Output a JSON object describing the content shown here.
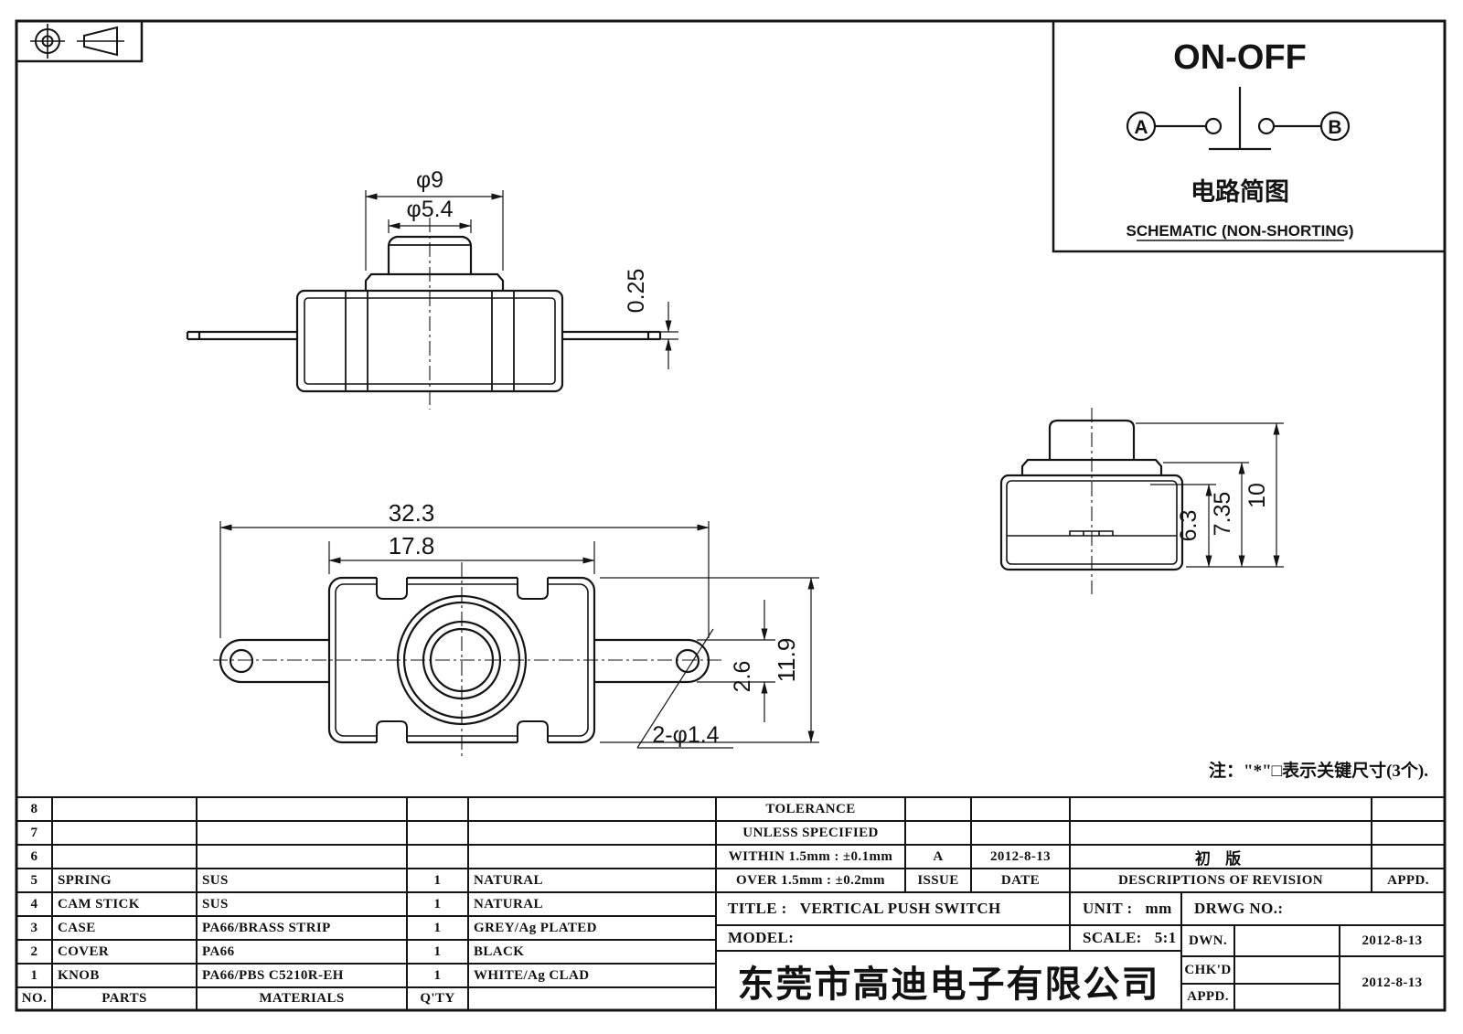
{
  "icons": {
    "projection_target": "circle-crosshair",
    "projection_cone": "truncated-cone-side-view"
  },
  "schematic": {
    "title": "ON-OFF",
    "terminal_a": "A",
    "terminal_b": "B",
    "caption_cn": "电路简图",
    "caption_en": "SCHEMATIC (NON-SHORTING)"
  },
  "note": "注：\"*\"□表示关键尺寸(3个).",
  "dims": {
    "knob_flange_dia": "φ9",
    "knob_dia": "φ5.4",
    "terminal_thickness": "0.25",
    "overall_width": "32.3",
    "body_width": "17.8",
    "terminal_width": "2.6",
    "body_depth": "11.9",
    "holes": "2-φ1.4",
    "body_height": "6.3",
    "flange_height": "7.35",
    "total_height": "10"
  },
  "parts_table": {
    "headers": {
      "no": "NO.",
      "parts": "PARTS",
      "materials": "MATERIALS",
      "qty": "Q'TY"
    },
    "rows": [
      {
        "no": "8",
        "part": "",
        "material": "",
        "qty": "",
        "finish": ""
      },
      {
        "no": "7",
        "part": "",
        "material": "",
        "qty": "",
        "finish": ""
      },
      {
        "no": "6",
        "part": "",
        "material": "",
        "qty": "",
        "finish": ""
      },
      {
        "no": "5",
        "part": "SPRING",
        "material": "SUS",
        "qty": "1",
        "finish": "NATURAL"
      },
      {
        "no": "4",
        "part": "CAM STICK",
        "material": "SUS",
        "qty": "1",
        "finish": "NATURAL"
      },
      {
        "no": "3",
        "part": "CASE",
        "material": "PA66/BRASS STRIP",
        "qty": "1",
        "finish": "GREY/Ag PLATED"
      },
      {
        "no": "2",
        "part": "COVER",
        "material": "PA66",
        "qty": "1",
        "finish": "BLACK"
      },
      {
        "no": "1",
        "part": "KNOB",
        "material": "PA66/PBS C5210R-EH",
        "qty": "1",
        "finish": "WHITE/Ag CLAD"
      }
    ]
  },
  "tolerance": {
    "title": "TOLERANCE",
    "subtitle": "UNLESS  SPECIFIED",
    "within": "WITHIN 1.5mm : ±0.1mm",
    "over": "OVER 1.5mm : ±0.2mm",
    "issue_value": "A",
    "issue_date": "2012-8-13",
    "issue_label": "ISSUE",
    "date_label": "DATE",
    "revision_desc": "初 版",
    "revision_label": "DESCRIPTIONS OF REVISION",
    "appd_label": "APPD."
  },
  "title_block": {
    "title_label": "TITLE :",
    "title_value": "VERTICAL PUSH SWITCH",
    "unit_label": "UNIT :",
    "unit_value": "mm",
    "drwg_label": "DRWG NO.:",
    "model_label": "MODEL:",
    "scale_label": "SCALE:",
    "scale_value": "5:1",
    "dwn_label": "DWN.",
    "chkd_label": "CHK'D",
    "appd_label": "APPD.",
    "dwn_date": "2012-8-13",
    "chkd_appd_date": "2012-8-13",
    "company": "东莞市高迪电子有限公司"
  }
}
